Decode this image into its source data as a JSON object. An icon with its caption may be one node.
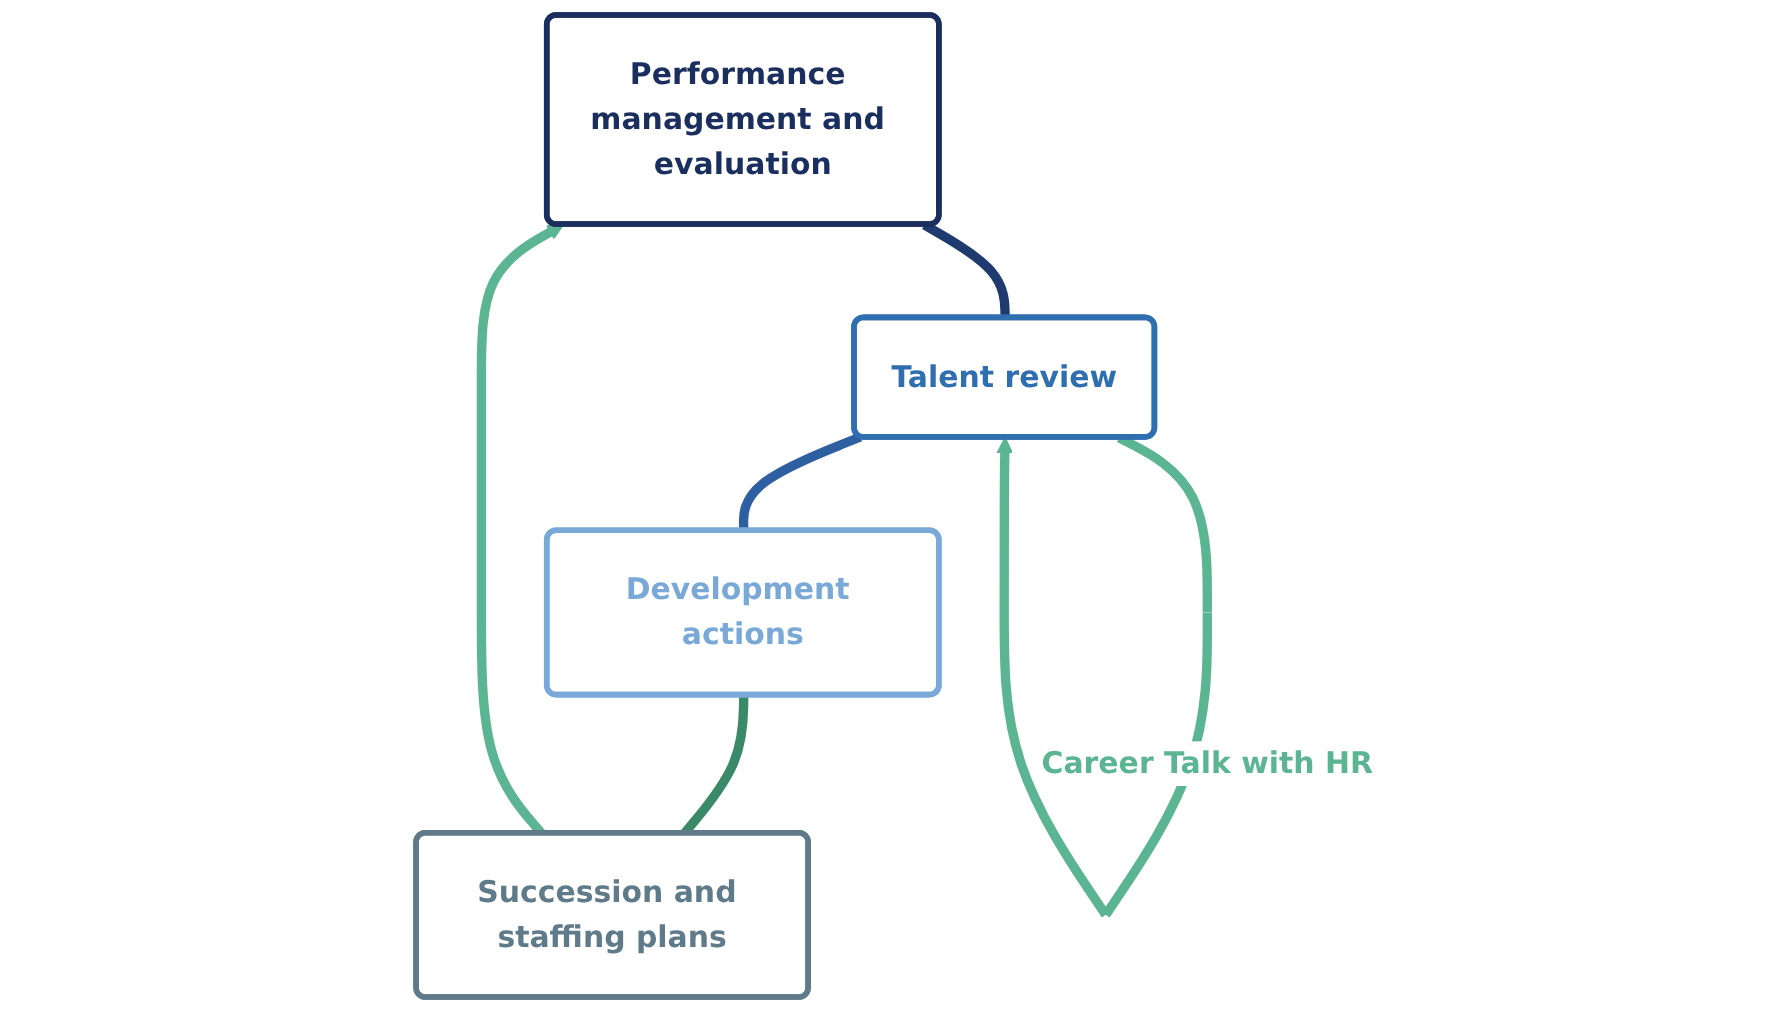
{
  "diagram": {
    "nodes": [
      {
        "text": [
          "Performance management and evaluation"
        ]
      },
      {
        "text": [
          "Succession and staffing plans"
        ]
      },
      {
        "text": [
          "Talent review"
        ]
      },
      {
        "text": [
          "Development actions"
        ]
      }
    ],
    "edges": [
      {
        "from": 0,
        "to": 2,
        "arrow": "none",
        "color": "#1f3a6e"
      },
      {
        "from": 2,
        "to": 3,
        "arrow": "none",
        "color": "#2e5fa0"
      },
      {
        "from": 3,
        "to": 1,
        "arrow": "none",
        "color": "#3a8a6a"
      },
      {
        "from": 1,
        "to": 0,
        "arrow": "to",
        "color": "#5bb592"
      },
      {
        "from": 2,
        "to": 2,
        "label": "Career Talk with HR",
        "arrow": "to",
        "color": "#5bb592"
      }
    ]
  }
}
